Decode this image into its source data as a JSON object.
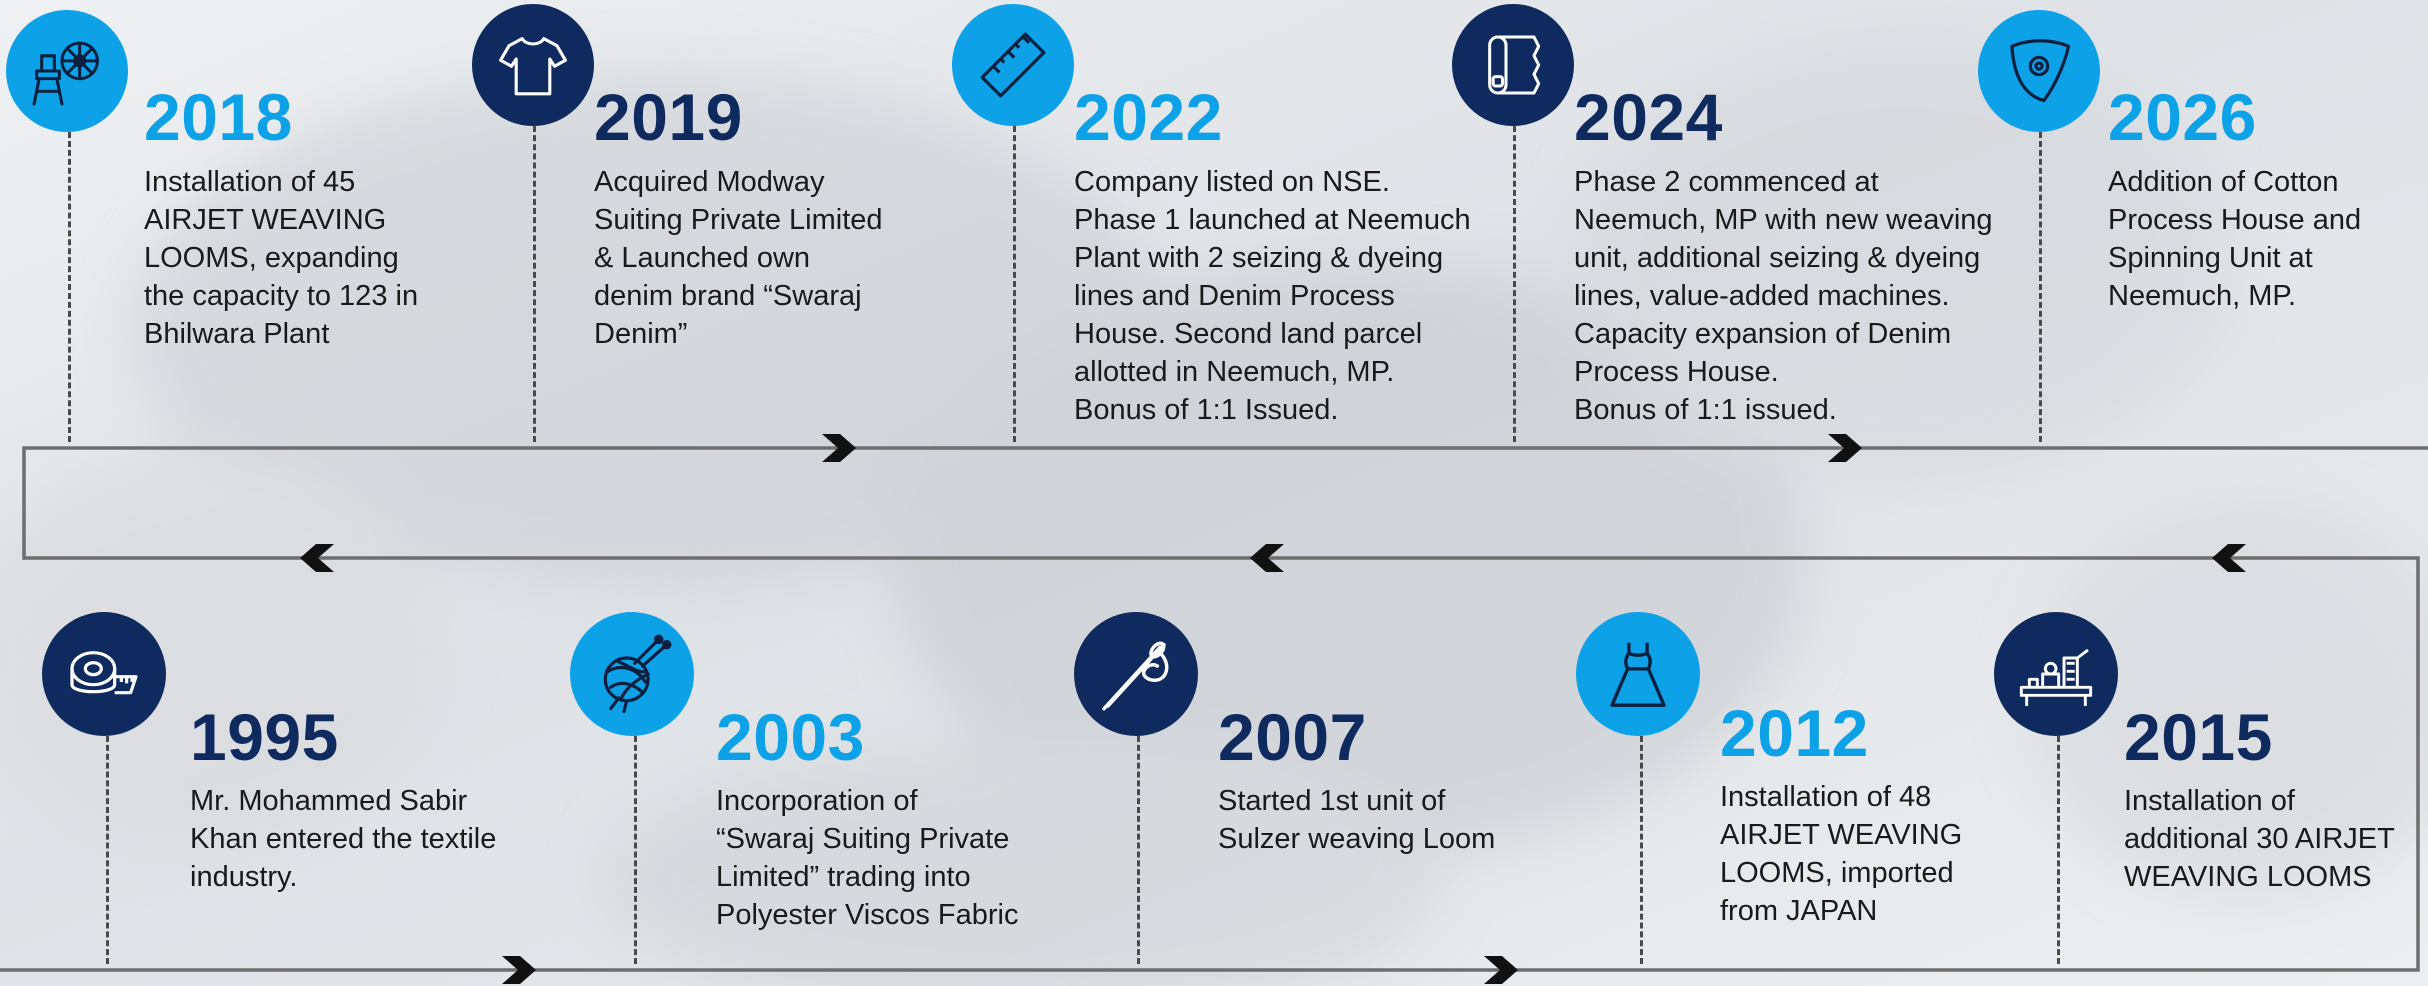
{
  "timeline": {
    "events": [
      {
        "year": "2018",
        "accent": "#0da2e7",
        "icon": "weaving-loom-icon",
        "description": "Installation of 45\nAIRJET WEAVING\nLOOMS, expanding\nthe capacity to 123 in\nBhilwara Plant"
      },
      {
        "year": "2019",
        "accent": "#0e2a5e",
        "icon": "t-shirt-icon",
        "description": "Acquired Modway\nSuiting Private Limited\n& Launched own\ndenim brand “Swaraj\nDenim”"
      },
      {
        "year": "2022",
        "accent": "#0da2e7",
        "icon": "ruler-icon",
        "description": "Company listed on NSE.\nPhase 1 launched at Neemuch\nPlant with 2 seizing & dyeing\nlines and Denim Process\nHouse. Second land parcel\nallotted in Neemuch, MP.\nBonus of 1:1 Issued."
      },
      {
        "year": "2024",
        "accent": "#0e2a5e",
        "icon": "fabric-roll-icon",
        "description": "Phase 2 commenced at\nNeemuch, MP with new weaving\nunit, additional seizing & dyeing\nlines, value-added machines.\nCapacity expansion of Denim\nProcess House.\nBonus of 1:1 issued."
      },
      {
        "year": "2026",
        "accent": "#0da2e7",
        "icon": "tailor-chalk-icon",
        "description": "Addition of Cotton\nProcess House and\nSpinning Unit at\nNeemuch, MP."
      },
      {
        "year": "1995",
        "accent": "#0e2a5e",
        "icon": "measuring-tape-icon",
        "description": "Mr. Mohammed Sabir\nKhan entered the textile\nindustry."
      },
      {
        "year": "2003",
        "accent": "#0da2e7",
        "icon": "yarn-ball-icon",
        "description": "Incorporation of\n“Swaraj Suiting Private\nLimited” trading into\nPolyester Viscos Fabric"
      },
      {
        "year": "2007",
        "accent": "#0e2a5e",
        "icon": "needle-thread-icon",
        "description": "Started 1st unit of\nSulzer weaving Loom"
      },
      {
        "year": "2012",
        "accent": "#0da2e7",
        "icon": "dress-icon",
        "description": "Installation of 48\nAIRJET WEAVING\nLOOMS, imported\nfrom JAPAN"
      },
      {
        "year": "2015",
        "accent": "#0e2a5e",
        "icon": "textile-machine-icon",
        "description": "Installation of\nadditional 30 AIRJET\nWEAVING LOOMS"
      }
    ]
  }
}
